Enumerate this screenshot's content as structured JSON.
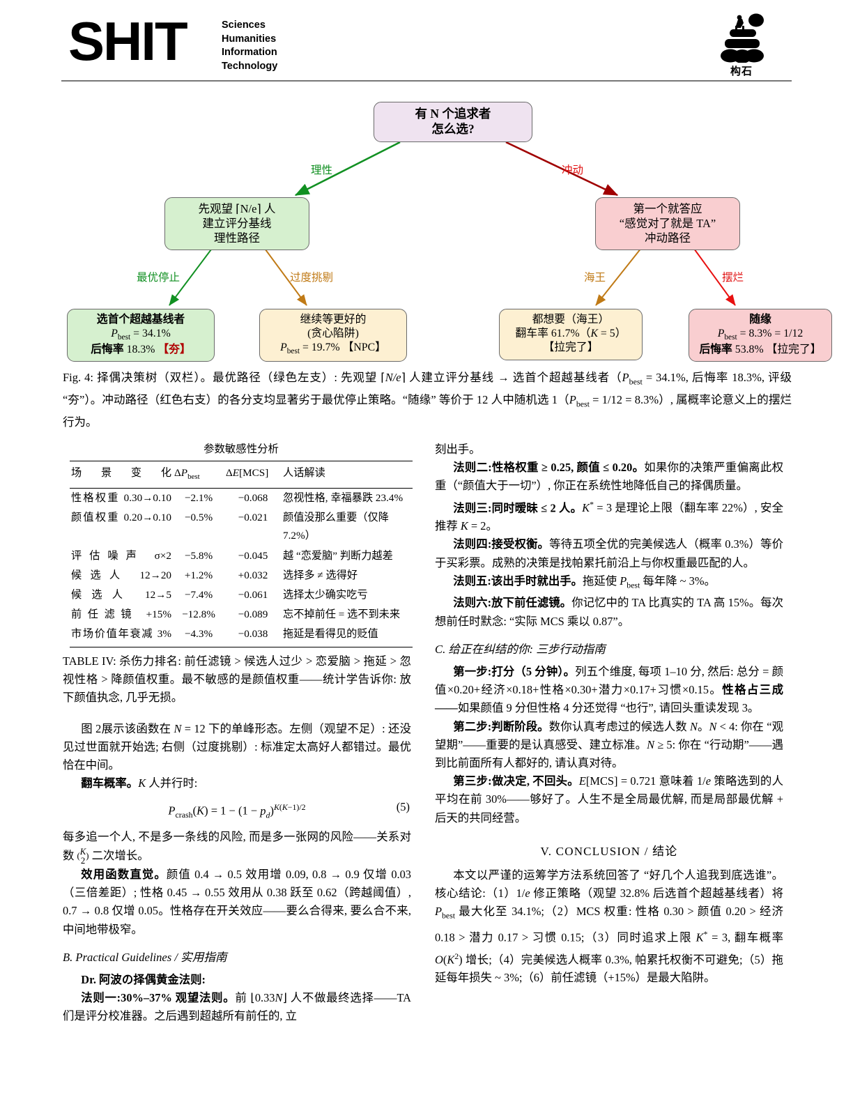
{
  "header": {
    "logo_acronym": "SHIT",
    "logo_expansion": [
      "Sciences",
      "Humanities",
      "Information",
      "Technology"
    ],
    "right_logo_icon": "sisyphus-stone-pyramid-icon",
    "right_logo_caption": "构石"
  },
  "figure": {
    "nodes": {
      "root": {
        "lines": [
          "有 N 个追求者",
          "怎么选?"
        ],
        "color": "#efe3f0"
      },
      "left": {
        "lines": [
          "先观望 ⌈N/e⌉ 人",
          "建立评分基线",
          "理性路径"
        ],
        "color": "#d6f0cf"
      },
      "right": {
        "lines": [
          "第一个就答应",
          "“感觉对了就是 TA”",
          "冲动路径"
        ],
        "color": "#f9ced0"
      },
      "leaf1": {
        "lines": [
          "选首个超越基线者",
          "P_best = 34.1%",
          "后悔率 18.3%  【夯】"
        ],
        "color": "#d6f0cf"
      },
      "leaf2": {
        "lines": [
          "继续等更好的",
          "(贪心陷阱)",
          "P_best = 19.7%  【NPC】"
        ],
        "color": "#fdf0d2"
      },
      "leaf3": {
        "lines": [
          "都想要（海王）",
          "翻车率 61.7%（K = 5）",
          "【拉完了】"
        ],
        "color": "#fdf0d2"
      },
      "leaf4": {
        "lines": [
          "随缘",
          "P_best = 8.3% = 1/12",
          "后悔率 53.8% 【拉完了】"
        ],
        "color": "#f9ced0"
      }
    },
    "edge_labels": {
      "rational": "理性",
      "impulsive": "冲动",
      "optimal_stop": "最优停止",
      "over_picky": "过度挑剔",
      "playboy": "海王",
      "give_up": "摆烂"
    },
    "edge_colors": {
      "green": "#119022",
      "red": "#c00000",
      "orange": "#c07a16",
      "bright_red": "#e81010"
    },
    "caption": "Fig. 4: 择偶决策树（双栏）。最优路径（绿色左支）: 先观望 ⌈N/e⌉ 人建立评分基线 → 选首个超越基线者（P_best = 34.1%, 后悔率 18.3%, 评级 “夯”）。冲动路径（红色右支）的各分支均显著劣于最优停止策略。“随缘” 等价于 12 人中随机选 1（P_best = 1/12 = 8.3%），属概率论意义上的摆烂行为。"
  },
  "table": {
    "title": "参数敏感性分析",
    "columns": [
      "场景变化",
      "ΔP_best",
      "ΔE[MCS]",
      "人话解读"
    ],
    "rows": [
      {
        "scenario": "性格权重 0.30→0.10",
        "dp": "−2.1%",
        "de": "−0.068",
        "plain": "忽视性格, 幸福暴跌 23.4%"
      },
      {
        "scenario": "颜值权重 0.20→0.10",
        "dp": "−0.5%",
        "de": "−0.021",
        "plain": "颜值没那么重要（仅降 7.2%）"
      },
      {
        "scenario": "评估噪声 σ×2",
        "dp": "−5.8%",
        "de": "−0.045",
        "plain": "越 “恋爱脑” 判断力越差"
      },
      {
        "scenario": "候选人 12→20",
        "dp": "+1.2%",
        "de": "+0.032",
        "plain": "选择多 ≠ 选得好"
      },
      {
        "scenario": "候选人 12→5",
        "dp": "−7.4%",
        "de": "−0.061",
        "plain": "选择太少确实吃亏"
      },
      {
        "scenario": "前任滤镜 +15%",
        "dp": "−12.8%",
        "de": "−0.089",
        "plain": "忘不掉前任 = 选不到未来"
      },
      {
        "scenario": "市场价值年衰减 3%",
        "dp": "−4.3%",
        "de": "−0.038",
        "plain": "拖延是看得见的贬值"
      }
    ],
    "caption": "TABLE IV: 杀伤力排名: 前任滤镜 > 候选人过少 > 恋爱脑 > 拖延 > 忽视性格 > 降颜值权重。最不敏感的是颜值权重——统计学告诉你: 放下颜值执念, 几乎无损。"
  },
  "left_column": {
    "para_fig2": "图 2展示该函数在 N = 12 下的单峰形态。左侧（观望不足）: 还没见过世面就开始选; 右侧（过度挑剔）: 标准定太高好人都错过。最优恰在中间。",
    "crash_lead_bold": "翻车概率。",
    "crash_lead_rest": "K 人并行时:",
    "equation": "P_crash(K) = 1 − (1 − p_d)^{K(K−1)/2}",
    "equation_number": "(5)",
    "para_risk": "每多追一个人, 不是多一条线的风险, 而是多一张网的风险——关系对数 (K 2) 二次增长。",
    "utility_bold": "效用函数直觉。",
    "utility_rest": "颜值 0.4 → 0.5 效用增 0.09, 0.8 → 0.9 仅增 0.03（三倍差距）; 性格 0.45 → 0.55 效用从 0.38 跃至 0.62（跨越阈值）, 0.7 → 0.8 仅增 0.05。性格存在开关效应——要么合得来, 要么合不来, 中间地带极窄。",
    "section_b_head": "B. Practical Guidelines / 实用指南",
    "rules_title": "Dr. 阿波の择偶黄金法则:",
    "rule1_label": "法则一:",
    "rule1_bold": "30%–37% 观望法则。",
    "rule1_text": "前 ⌊0.33N⌋ 人不做最终选择——TA 们是评分校准器。之后遇到超越所有前任的, 立"
  },
  "right_column": {
    "cont_line": "刻出手。",
    "rule2_label": "法则二:",
    "rule2_bold": "性格权重 ≥ 0.25, 颜值 ≤ 0.20。",
    "rule2_text": "如果你的决策严重偏离此权重（“颜值大于一切”）, 你正在系统性地降低自己的择偶质量。",
    "rule3_label": "法则三:",
    "rule3_bold": "同时暧昧 ≤ 2 人。",
    "rule3_text": "K* = 3 是理论上限（翻车率 22%）, 安全推荐 K = 2。",
    "rule4_label": "法则四:",
    "rule4_bold": "接受权衡。",
    "rule4_text": "等待五项全优的完美候选人（概率 0.3%）等价于买彩票。成熟的决策是找帕累托前沿上与你权重最匹配的人。",
    "rule5_label": "法则五:",
    "rule5_bold": "该出手时就出手。",
    "rule5_text": "拖延使 P_best 每年降 ~ 3%。",
    "rule6_label": "法则六:",
    "rule6_bold": "放下前任滤镜。",
    "rule6_text": "你记忆中的 TA 比真实的 TA 高 15%。每次想前任时默念: “实际 MCS 乘以 0.87”。",
    "section_c_head": "C. 给正在纠结的你: 三步行动指南",
    "step1_label": "第一步:",
    "step1_bold": "打分（5 分钟）。",
    "step1_text": "列五个维度, 每项 1–10 分, 然后: 总分 = 颜值×0.20+经济×0.18+性格×0.30+潜力×0.17+习惯×0.15。",
    "step1_bold2": "性格占三成——",
    "step1_text2": "如果颜值 9 分但性格 4 分还觉得 “也行”, 请回头重读发现 3。",
    "step2_label": "第二步:",
    "step2_bold": "判断阶段。",
    "step2_text": "数你认真考虑过的候选人数 N。N < 4: 你在 “观望期”——重要的是认真感受、建立标准。N ≥ 5: 你在 “行动期”——遇到比前面所有人都好的, 请认真对待。",
    "step3_label": "第三步:",
    "step3_bold": "做决定, 不回头。",
    "step3_text": "E[MCS] = 0.721 意味着 1/e 策略选到的人平均在前 30%——够好了。人生不是全局最优解, 而是局部最优解 + 后天的共同经营。",
    "conclusion_head": "V. CONCLUSION / 结论",
    "conclusion_text": "本文以严谨的运筹学方法系统回答了 “好几个人追我到底选谁”。核心结论:（1）1/e 修正策略（观望 32.8% 后选首个超越基线者）将 P_best 最大化至 34.1%;（2）MCS 权重: 性格 0.30 > 颜值 0.20 > 经济 0.18 > 潜力 0.17 > 习惯 0.15;（3）同时追求上限 K* = 3, 翻车概率 O(K²) 增长;（4）完美候选人概率 0.3%, 帕累托权衡不可避免;（5）拖延每年损失 ~ 3%;（6）前任滤镜（+15%）是最大陷阱。"
  }
}
